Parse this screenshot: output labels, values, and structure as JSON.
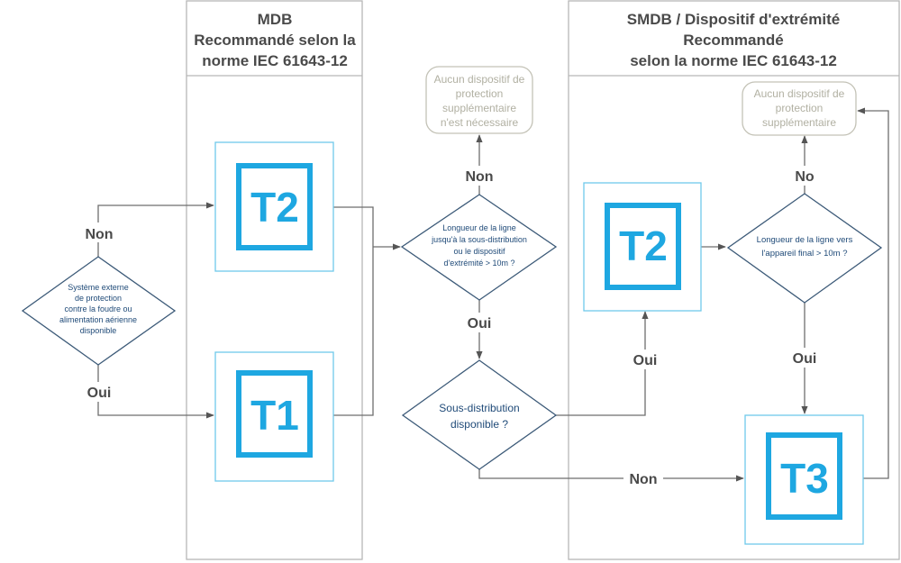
{
  "colors": {
    "device_blue": "#1ea7e1",
    "device_outline": "#6fc9ea",
    "diamond_stroke": "#3c5a78",
    "diamond_text": "#1f4a78",
    "note_text": "#b1b0a2",
    "heading_text": "#4a4a4a"
  },
  "columns": {
    "mdb": {
      "title_lines": [
        "MDB",
        "Recommandé selon la",
        "norme IEC 61643-12"
      ]
    },
    "smdb": {
      "title_lines": [
        "SMDB / Dispositif d'extrémité",
        "Recommandé",
        "selon la norme IEC 61643-12"
      ]
    }
  },
  "decisions": {
    "lightning": {
      "lines": [
        "Système externe",
        "de protection",
        "contre la foudre ou",
        "alimentation aérienne",
        "disponible"
      ]
    },
    "line_length_sub": {
      "lines": [
        "Longueur de la ligne",
        "jusqu'à la sous-distribution",
        "ou le dispositif",
        "d'extrémité > 10m ?"
      ]
    },
    "sub_available": {
      "lines": [
        "Sous-distribution",
        "disponible ?"
      ]
    },
    "line_length_final": {
      "lines": [
        "Longueur de la ligne vers",
        "l'appareil final > 10m ?"
      ]
    }
  },
  "notes": {
    "no_protection_needed": {
      "lines": [
        "Aucun dispositif de",
        "protection",
        "supplémentaire",
        "n'est nécessaire"
      ]
    },
    "no_extra_protection": {
      "lines": [
        "Aucun dispositif de",
        "protection",
        "supplémentaire"
      ]
    }
  },
  "devices": {
    "mdb_t2": {
      "label": "T2",
      "icon": "spd-type-2-icon"
    },
    "mdb_t1": {
      "label": "T1",
      "icon": "spd-type-1-icon"
    },
    "smdb_t2": {
      "label": "T2",
      "icon": "spd-type-2-icon"
    },
    "smdb_t3": {
      "label": "T3",
      "icon": "spd-type-3-icon"
    }
  },
  "edge_labels": {
    "lightning_no": "Non",
    "lightning_yes": "Oui",
    "length_sub_no": "Non",
    "length_sub_yes": "Oui",
    "sub_available_yes": "Oui",
    "sub_available_no": "Non",
    "length_final_no": "No",
    "length_final_yes": "Oui"
  }
}
